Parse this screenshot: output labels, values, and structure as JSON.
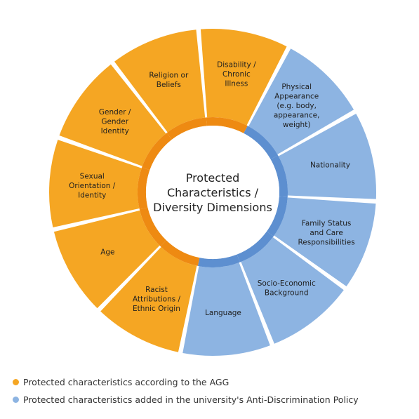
{
  "colors": {
    "agg": "#F5A623",
    "agg_ring": "#EE8A12",
    "policy": "#8DB4E2",
    "policy_ring": "#5D8FD0",
    "center_text": "#222222",
    "segment_text": "#1f1f1f"
  },
  "center": {
    "lines": [
      "Protected",
      "Characteristics /",
      "Diversity Dimensions"
    ]
  },
  "segments": [
    {
      "lines": [
        "Disability /",
        "Chronic",
        "Illness"
      ],
      "group": "agg"
    },
    {
      "lines": [
        "Physical",
        "Appearance",
        "(e.g. body,",
        "appearance,",
        "weight)"
      ],
      "group": "policy"
    },
    {
      "lines": [
        "Nationality"
      ],
      "group": "policy"
    },
    {
      "lines": [
        "Family Status",
        "and Care",
        "Responsibilities"
      ],
      "group": "policy"
    },
    {
      "lines": [
        "Socio-Economic",
        "Background"
      ],
      "group": "policy"
    },
    {
      "lines": [
        "Language"
      ],
      "group": "policy"
    },
    {
      "lines": [
        "Racist",
        "Attributions /",
        "Ethnic Origin"
      ],
      "group": "agg"
    },
    {
      "lines": [
        "Age"
      ],
      "group": "agg"
    },
    {
      "lines": [
        "Sexual",
        "Orientation /",
        "Identity"
      ],
      "group": "agg"
    },
    {
      "lines": [
        "Gender /",
        "Gender",
        "Identity"
      ],
      "group": "agg"
    },
    {
      "lines": [
        "Religion or",
        "Beliefs"
      ],
      "group": "agg"
    }
  ],
  "legend": [
    {
      "label": "Protected characteristics according to the AGG",
      "color": "#F5A623"
    },
    {
      "label": "Protected characteristics added in the university's Anti-Discrimination Policy",
      "color": "#8DB4E2"
    }
  ]
}
